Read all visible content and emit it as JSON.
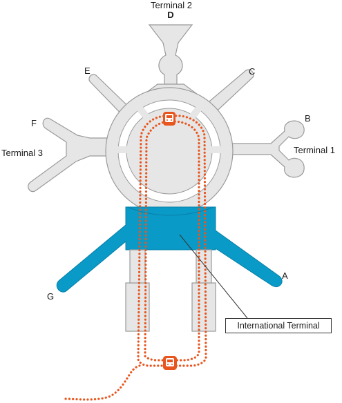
{
  "colors": {
    "building": "#e6e6e6",
    "building_stroke": "#9a9a9a",
    "international": "#0a9ac7",
    "airtrain": "#e8561f",
    "label": "#1a1a1a"
  },
  "terminals": {
    "terminal_2": {
      "name": "Terminal 2",
      "boarding_area": "D"
    },
    "terminal_1": {
      "name": "Terminal 1",
      "boarding_area_b": "B",
      "boarding_area_c": "C"
    },
    "terminal_3": {
      "name": "Terminal 3",
      "boarding_area_e": "E",
      "boarding_area_f": "F"
    },
    "international": {
      "name": "International Terminal",
      "boarding_area_a": "A",
      "boarding_area_g": "G"
    }
  },
  "icons": {
    "airtrain_station_top": "train-station-icon",
    "airtrain_station_bottom": "train-station-icon"
  }
}
